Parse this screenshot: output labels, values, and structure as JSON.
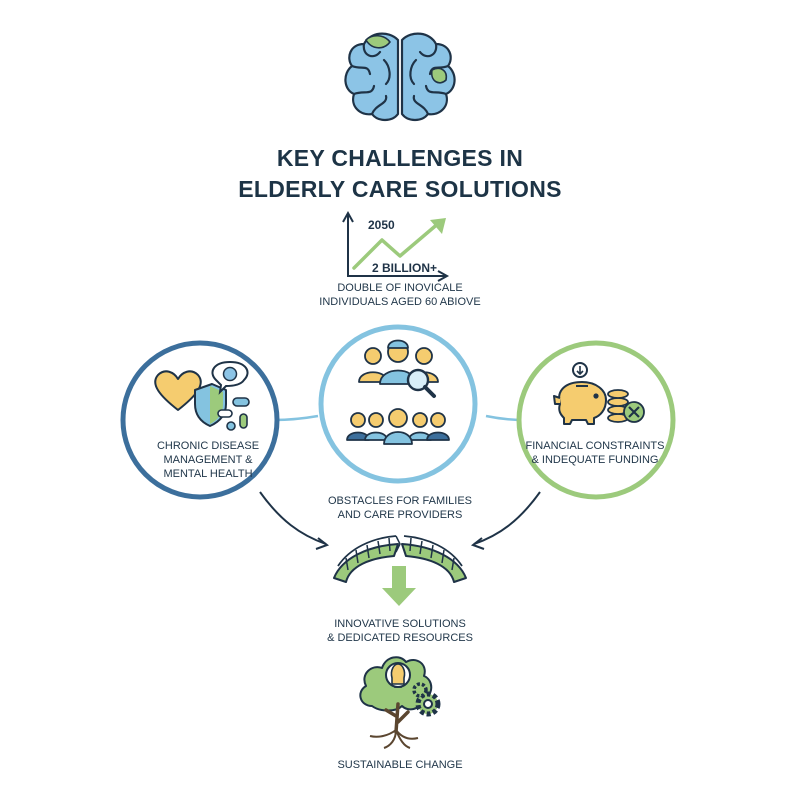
{
  "title": {
    "line1": "KEY CHALLENGES IN",
    "line2": "ELDERLY CARE SOLUTIONS"
  },
  "growth": {
    "year": "2050",
    "value": "2 BILLION+",
    "caption_line1": "DOUBLE OF INOVICALE",
    "caption_line2": "INDIVIDUALS AGED 60 ABIOVE"
  },
  "left_circle": {
    "line1": "CHRONIC DISEASE",
    "line2": "MANAGEMENT &",
    "line3": "MENTAL HEALTH"
  },
  "right_circle": {
    "line1": "FINANCIAL CONSTRAINTS",
    "line2": "& INDEQUATE FUNDING"
  },
  "center": {
    "line1": "OBSTACLES FOR FAMILIES",
    "line2": "AND CARE PROVIDERS"
  },
  "innovation": {
    "line1": "INNOVATIVE SOLUTIONS",
    "line2": "& DEDICATED RESOURCES"
  },
  "sustainable": {
    "label": "SUSTAINABLE CHANGE"
  },
  "colors": {
    "navy": "#1f3347",
    "dark_blue": "#3c6f9c",
    "light_blue": "#84c3e0",
    "green": "#9cca7c",
    "gold": "#f5cc6f"
  },
  "icons": [
    "brain-icon",
    "growth-chart-icon",
    "heart-shield-icon",
    "brain-bubble-icon",
    "pills-icon",
    "people-group-icon",
    "magnifier-icon",
    "piggy-bank-icon",
    "coins-icon",
    "broken-bridge-icon",
    "down-arrow-icon",
    "lightbulb-tree-icon",
    "gear-icon"
  ]
}
